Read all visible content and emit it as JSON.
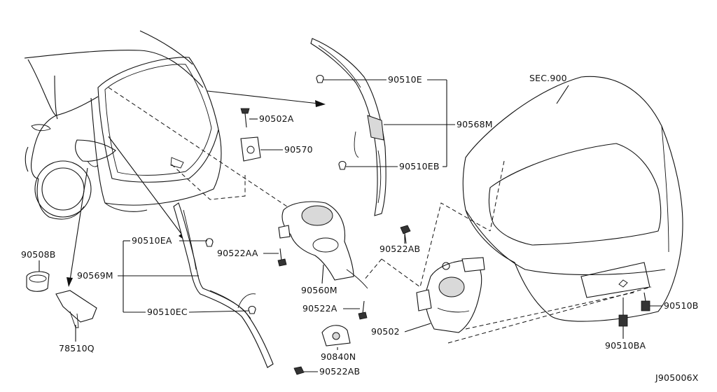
{
  "labels": {
    "p90510E": "90510E",
    "p90568M": "90568M",
    "p90510EB": "90510EB",
    "p90502A": "90502A",
    "p90570": "90570",
    "p90522AB_top": "90522AB",
    "p90510EA": "90510EA",
    "p90522AA": "90522AA",
    "p90569M": "90569M",
    "p90510EC": "90510EC",
    "p90560M": "90560M",
    "p90522A": "90522A",
    "p90502": "90502",
    "p90840N": "90840N",
    "p90522AB_bottom": "90522AB",
    "p90508B": "90508B",
    "p78510Q": "78510Q",
    "p90510B": "90510B",
    "p90510BA": "90510BA",
    "sec900": "SEC.900",
    "diagram_id": "J905006X"
  }
}
